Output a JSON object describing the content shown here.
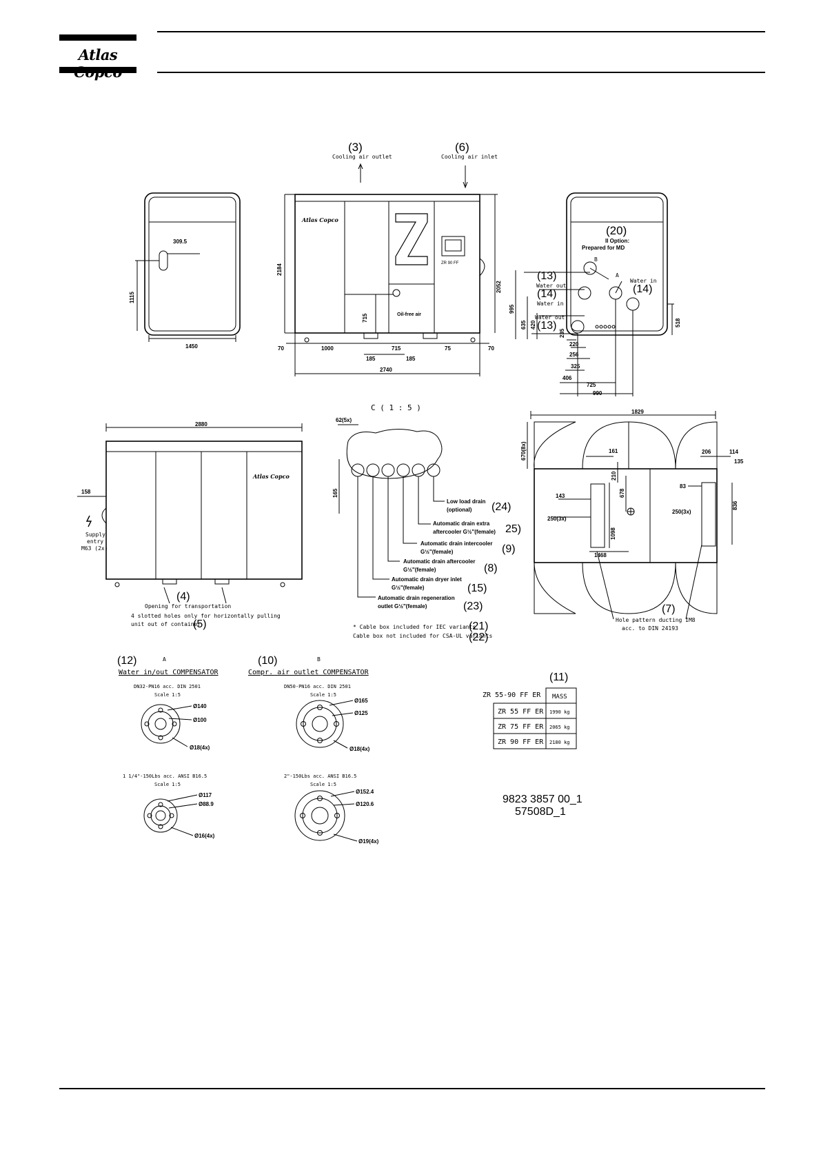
{
  "brand": {
    "name": "Atlas Copco"
  },
  "drawing": {
    "front_view": {
      "ref_outlet": "(3)",
      "outlet_label": "Cooling air outlet",
      "ref_inlet": "(6)",
      "inlet_label": "Cooling air inlet",
      "brand_badge": "Atlas Copco",
      "model_badge": "ZR 90 FF",
      "oilfree_badge": "Oil-free air",
      "dims": {
        "height_left": "2184",
        "height_right": "2052",
        "d715": "715",
        "bottom_70_left": "70",
        "bottom_1000": "1000",
        "bottom_715": "715",
        "bottom_75": "75",
        "bottom_70_right": "70",
        "d185a": "185",
        "d185b": "185",
        "overall_2740": "2740"
      }
    },
    "left_view": {
      "d309": "309.5",
      "d1115": "1115",
      "d1450": "1450"
    },
    "right_view": {
      "ref20": "(20)",
      "option_line1": "II Option:",
      "option_line2": "Prepared for MD",
      "ref13a": "(13)",
      "ref14a": "(14)",
      "ref14b": "(14)",
      "ref13b": "(13)",
      "water_out_a": "Water out",
      "water_in_a": "Water in",
      "water_in_b": "Water in",
      "water_out_b": "Water out",
      "mark_b": "B",
      "mark_a": "A",
      "dims": {
        "d995": "995",
        "d635": "635",
        "d420": "420",
        "d235": "235",
        "d518": "518",
        "d220": "220",
        "d256": "256",
        "d325": "325",
        "d406": "406",
        "d725": "725",
        "d990": "990"
      }
    },
    "rear_view": {
      "d2880": "2880",
      "d158": "158",
      "supply_line1": "Supply",
      "supply_line2": "entry",
      "supply_line3": "M63 (2x)",
      "ref4": "(4)",
      "opening_label": "Opening for transportation",
      "slotted_line1": "4 slotted holes only for horizontally pulling",
      "slotted_line2": "unit out of container",
      "ref5": "(5)"
    },
    "detail_c": {
      "title": "C  ( 1 : 5 )",
      "d62": "62(5x)",
      "d165": "165",
      "lines": [
        {
          "text1": "Low load drain",
          "text2": "(optional)",
          "ref": "(24)"
        },
        {
          "text1": "Automatic drain extra",
          "text2": "aftercooler G½\"(female)",
          "ref": "25)"
        },
        {
          "text1": "Automatic drain intercooler",
          "text2": "G½\"(female)",
          "ref": "(9)"
        },
        {
          "text1": "Automatic drain aftercooler",
          "text2": "G½\"(female)",
          "ref": "(8)"
        },
        {
          "text1": "Automatic drain dryer inlet",
          "text2": "G½\"(female)",
          "ref": "(15)"
        },
        {
          "text1": "Automatic drain regeneration",
          "text2": "outlet G½\"(female)",
          "ref": "(23)"
        }
      ],
      "cable_note1": "* Cable box included for IEC variants",
      "ref21": "(21)",
      "cable_note2": "Cable box not included for CSA-UL variants",
      "ref22": "(22)"
    },
    "top_view": {
      "d1829": "1829",
      "d670": "670(8x)",
      "d161": "161",
      "d206": "206",
      "d114": "114",
      "d135": "135",
      "d210": "210",
      "d678": "678",
      "d143": "143",
      "d83": "83",
      "d1098": "1098",
      "d836": "836",
      "d250a": "250(3x)",
      "d250b": "250(3x)",
      "d1468": "1468",
      "ref7": "(7)",
      "hole_line1": "Hole pattern ducting IM8",
      "hole_line2": "acc. to DIN 24193"
    },
    "compensator_water": {
      "ref": "(12)",
      "mark": "A",
      "title": "Water in/out COMPENSATOR",
      "spec1": "DN32-PN16 acc. DIN 2501",
      "scale1": "Scale 1:5",
      "d140": "Ø140",
      "d100": "Ø100",
      "d18": "Ø18(4x)",
      "spec2": "1 1/4\"-150Lbs acc. ANSI B16.5",
      "scale2": "Scale 1:5",
      "d117": "Ø117",
      "d88": "Ø88.9",
      "d16": "Ø16(4x)"
    },
    "compensator_air": {
      "ref": "(10)",
      "mark": "B",
      "title": "Compr. air outlet COMPENSATOR",
      "spec1": "DN50-PN16 acc. DIN 2501",
      "scale1": "Scale 1:5",
      "d165": "Ø165",
      "d125": "Ø125",
      "d18": "Ø18(4x)",
      "spec2": "2\"-150Lbs acc. ANSI B16.5",
      "scale2": "Scale 1:5",
      "d152": "Ø152.4",
      "d120": "Ø120.6",
      "d19": "Ø19(4x)"
    },
    "mass_table": {
      "ref": "(11)",
      "header_model": "ZR 55-90 FF ER",
      "header_mass": "MASS",
      "rows": [
        {
          "model": "ZR 55 FF ER",
          "mass": "1990 kg"
        },
        {
          "model": "ZR 75 FF ER",
          "mass": "2065 kg"
        },
        {
          "model": "ZR 90 FF ER",
          "mass": "2180 kg"
        }
      ]
    },
    "doc_number": "9823 3857 00_1",
    "doc_code": "57508D_1"
  }
}
